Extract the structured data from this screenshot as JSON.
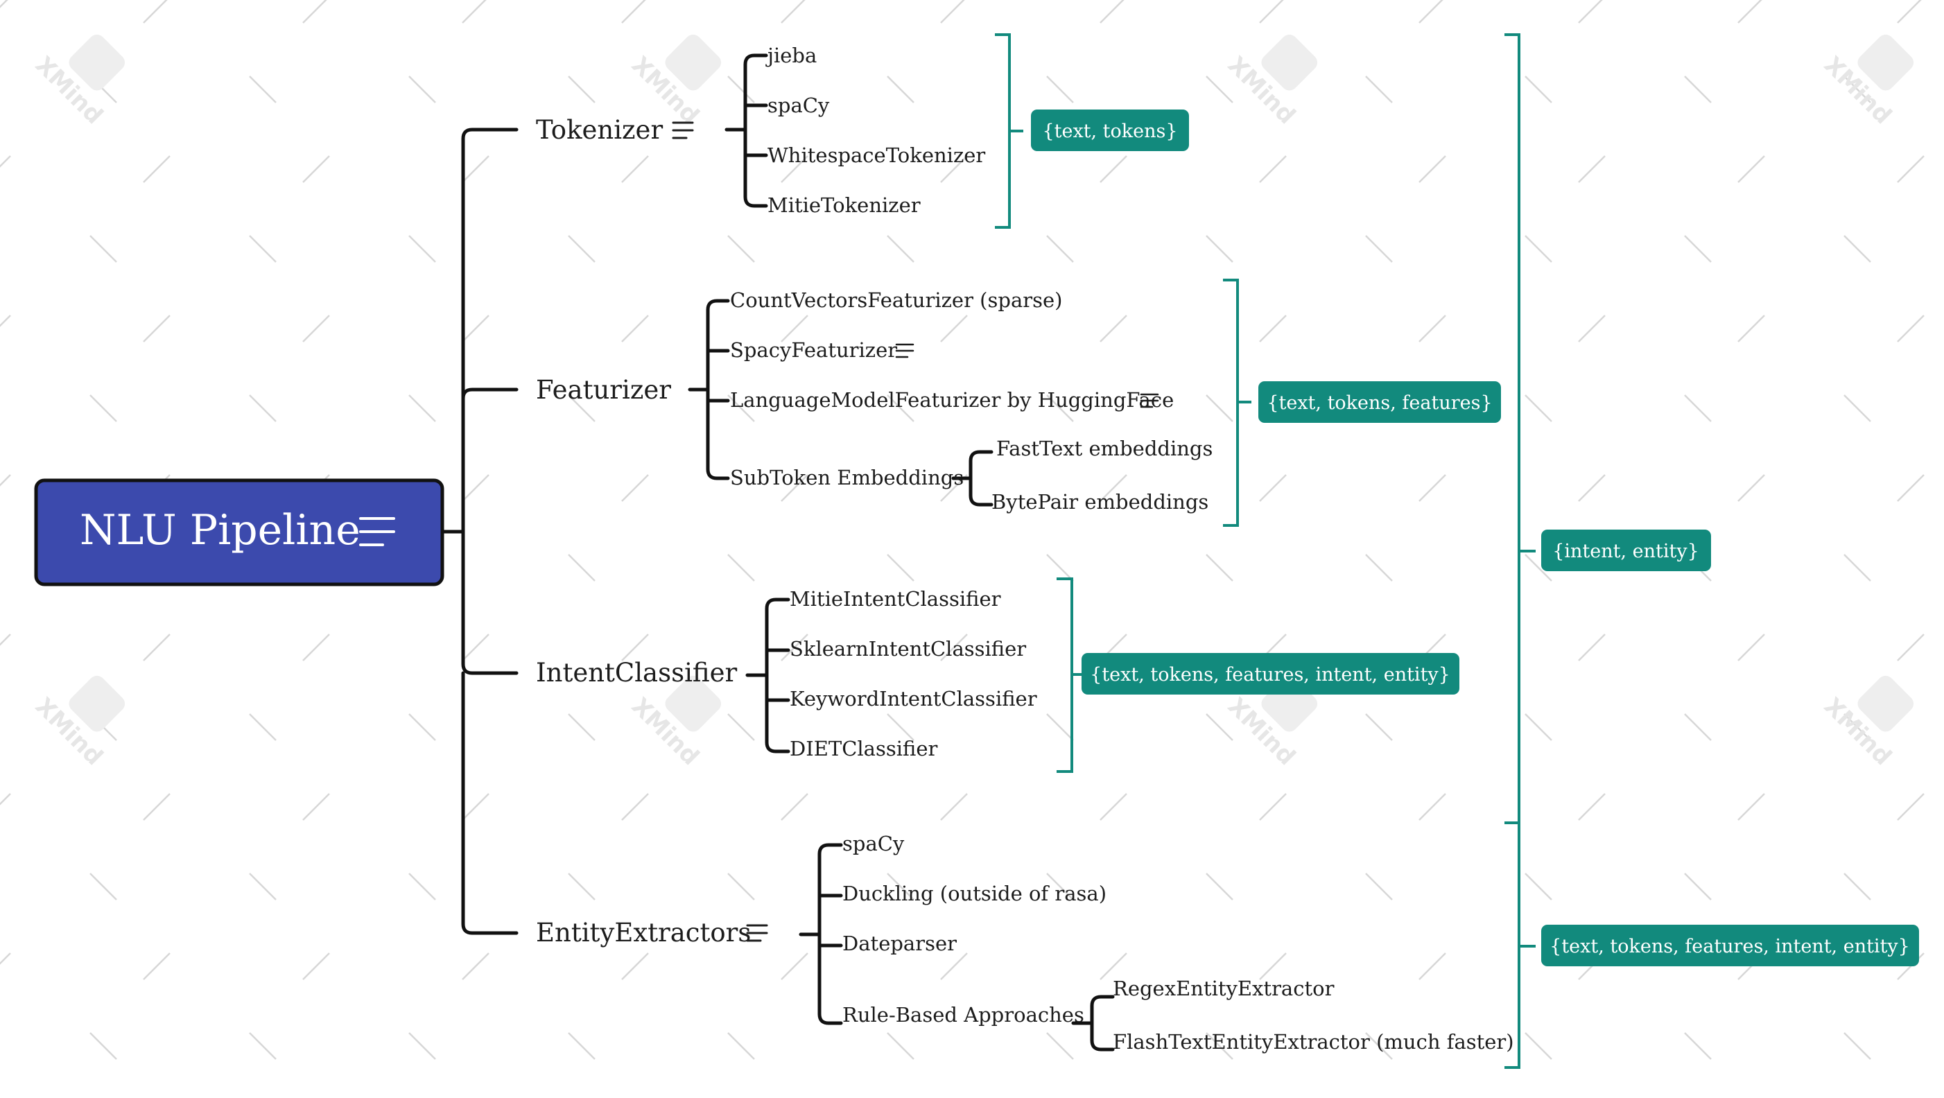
{
  "root": {
    "label": "NLU Pipeline",
    "color": "#3c4aad"
  },
  "branches": [
    {
      "label": "Tokenizer",
      "children": [
        "jieba",
        "spaCy",
        "WhitespaceTokenizer",
        "MitieTokenizer"
      ],
      "tag": "{text, tokens}"
    },
    {
      "label": "Featurizer",
      "children": [
        "CountVectorsFeaturizer (sparse)",
        "SpacyFeaturizer",
        "LanguageModelFeaturizer by HuggingFace",
        "SubToken Embeddings"
      ],
      "subtoken_children": [
        "FastText embeddings",
        "BytePair embeddings"
      ],
      "tag": "{text, tokens, features}"
    },
    {
      "label": "IntentClassifier",
      "children": [
        "MitieIntentClassifier",
        "SklearnIntentClassifier",
        "KeywordIntentClassifier",
        "DIETClassifier"
      ],
      "tag": "{text, tokens, features, intent, entity}"
    },
    {
      "label": "EntityExtractors",
      "children": [
        "spaCy",
        "Duckling (outside of rasa)",
        "Dateparser",
        "Rule-Based Approaches"
      ],
      "rule_children": [
        "RegexEntityExtractor",
        "FlashTextEntityExtractor (much faster)"
      ]
    }
  ],
  "summary_tags": [
    "{intent, entity}",
    "{text, tokens, features, intent, entity}"
  ],
  "tag_color": "#128a7d",
  "watermark": "XMind"
}
